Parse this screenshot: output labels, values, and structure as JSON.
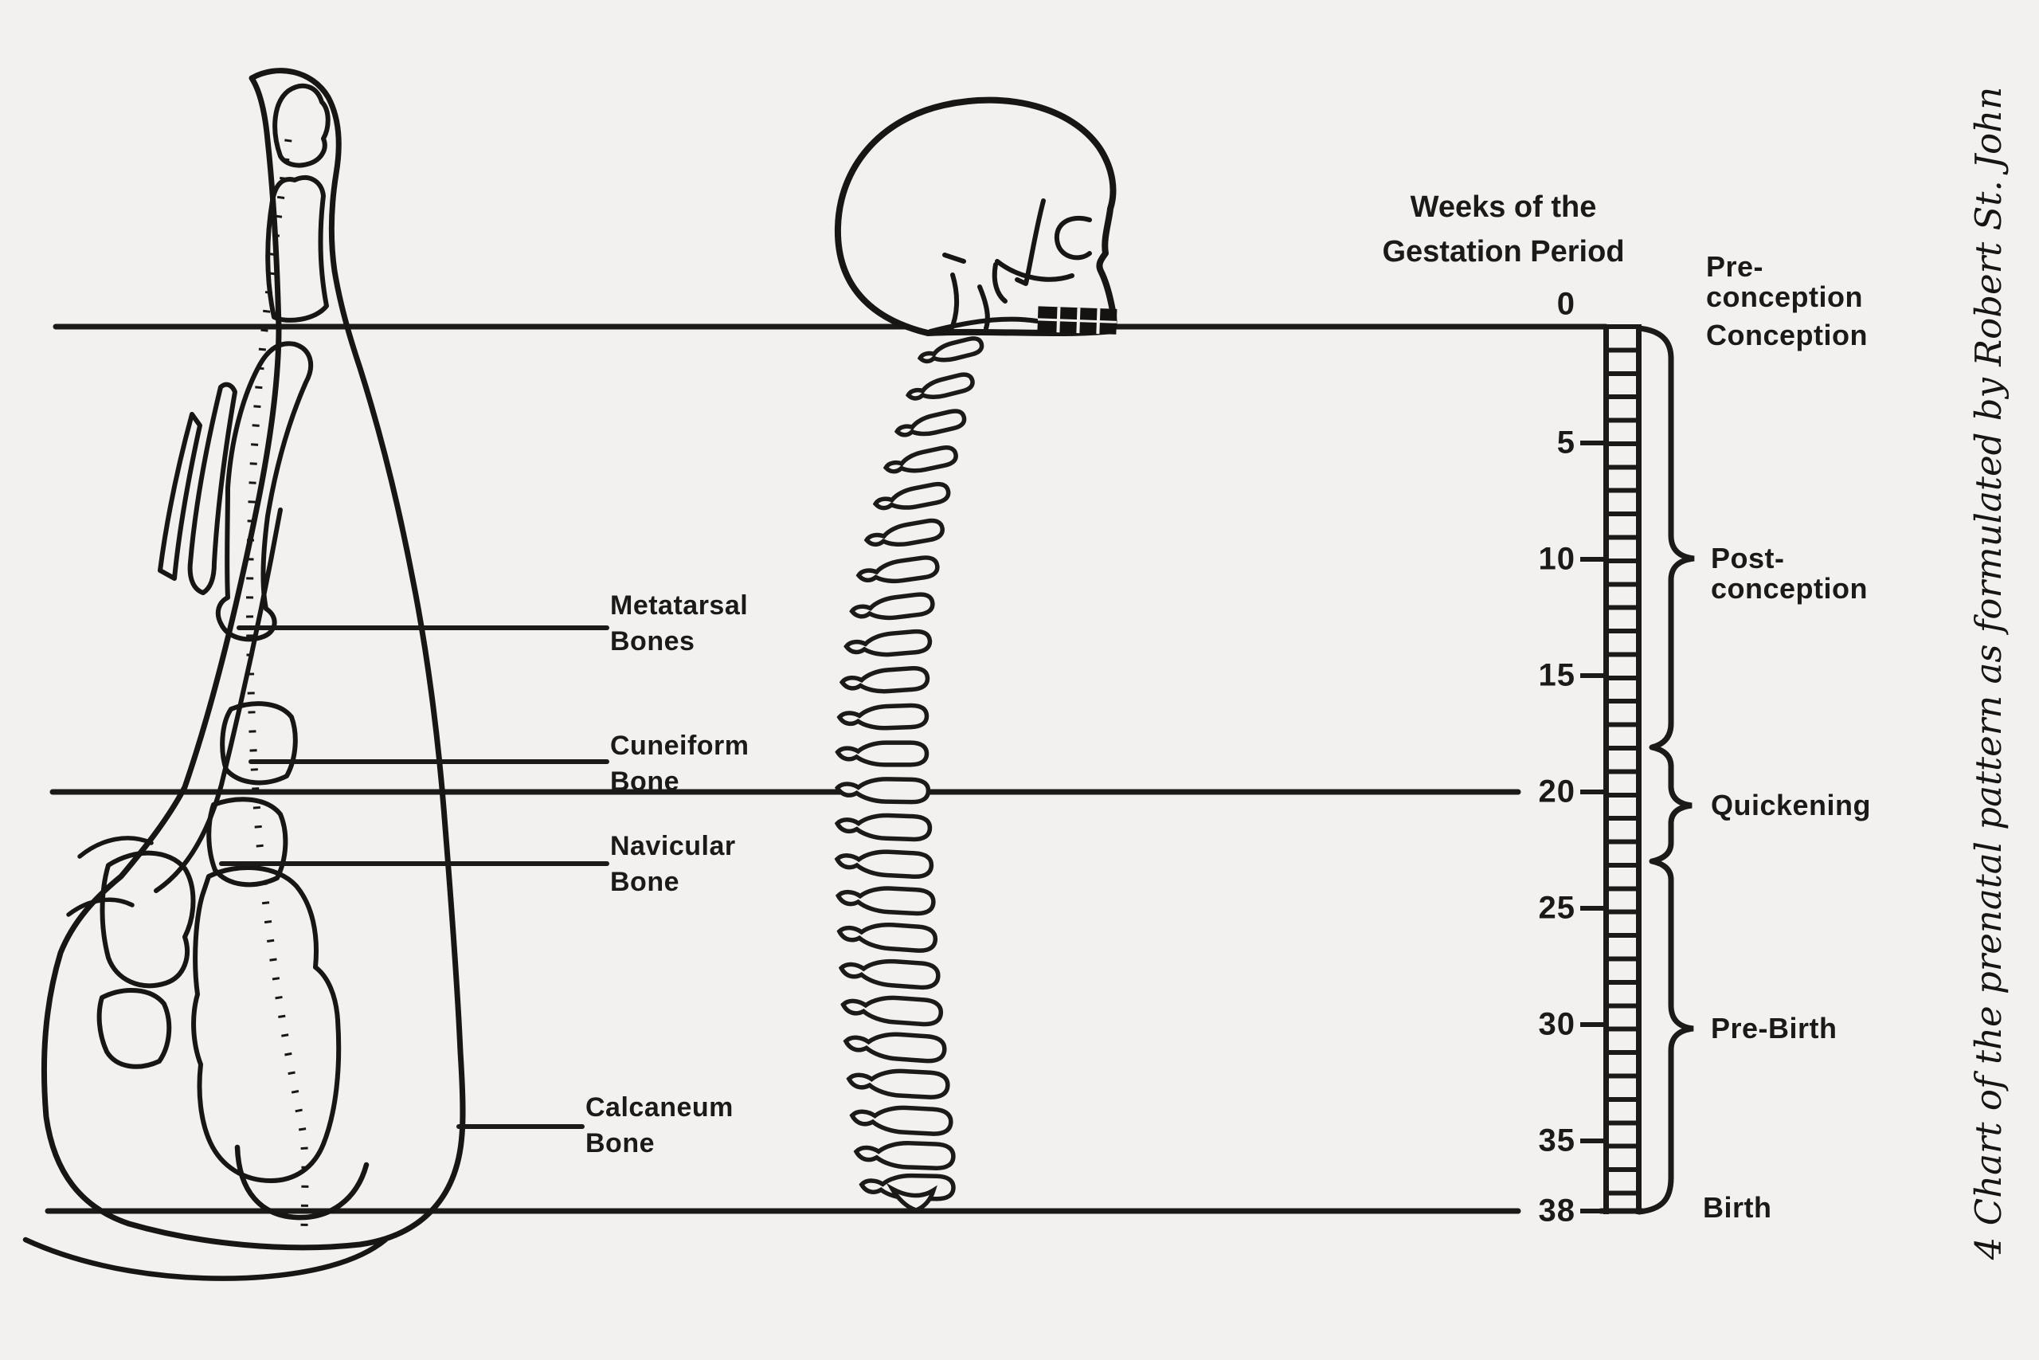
{
  "colors": {
    "background": "#f2f1ef",
    "ink": "#1b1a18"
  },
  "caption": "4   Chart of the prenatal pattern as formulated by Robert St. John",
  "gestation_scale": {
    "heading_lines": [
      "Weeks of the",
      "Gestation Period"
    ],
    "week_ticks": [
      "0",
      "5",
      "10",
      "15",
      "20",
      "25",
      "30",
      "35",
      "38"
    ],
    "stages": {
      "pre_conception_lines": [
        "Pre-",
        "conception"
      ],
      "conception": "Conception",
      "post_conception_lines": [
        "Post-",
        "conception"
      ],
      "quickening": "Quickening",
      "pre_birth": "Pre-Birth",
      "birth": "Birth"
    }
  },
  "foot_diagram": {
    "labels": {
      "metatarsal_lines": [
        "Metatarsal",
        "Bones"
      ],
      "cuneiform_lines": [
        "Cuneiform",
        "Bone"
      ],
      "navicular_lines": [
        "Navicular",
        "Bone"
      ],
      "calcaneum_lines": [
        "Calcaneum",
        "Bone"
      ]
    }
  }
}
